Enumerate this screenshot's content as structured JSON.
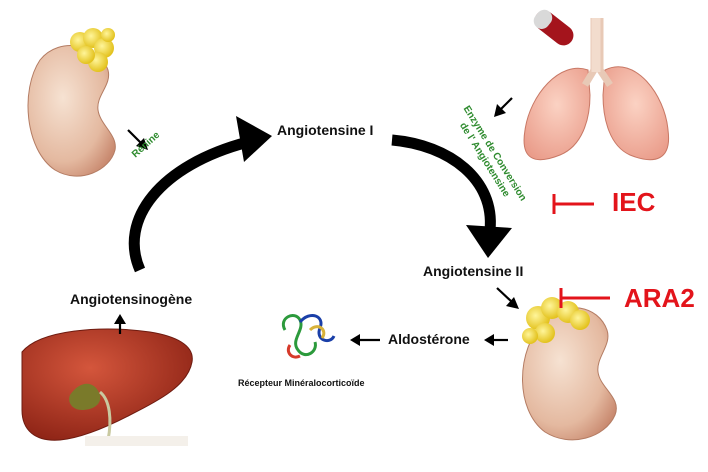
{
  "labels": {
    "angiotensin_1": "Angiotensine I",
    "angiotensin_2": "Angiotensine II",
    "angiotensinogen": "Angiotensinogène",
    "aldosterone": "Aldostérone",
    "receptor": "Récepteur Minéralocorticoïde"
  },
  "enzymes": {
    "renin": "Rénine",
    "ace_line1": "Enzyme de Conversion",
    "ace_line2": "de l' Angiotensine"
  },
  "inhibitors": {
    "iec": "IEC",
    "ara2": "ARA2"
  },
  "colors": {
    "inhibitor": "#e3141b",
    "enzyme_text": "#2e8b2e",
    "arrow": "#000000"
  }
}
